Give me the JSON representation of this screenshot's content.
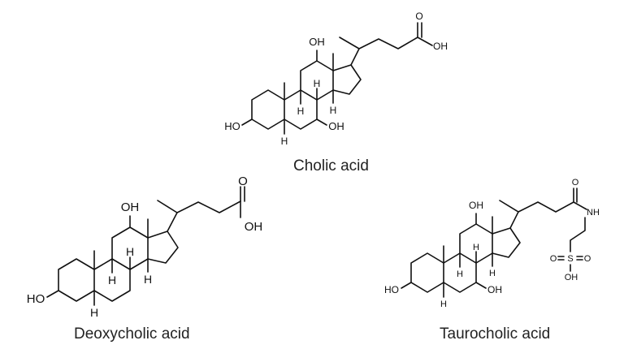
{
  "molecules": [
    {
      "name": "Cholic acid",
      "labels": {
        "oh_c12": "OH",
        "oh_c3": "HO",
        "oh_c7": "OH",
        "h_c8": "H",
        "h_c9": "H",
        "h_c14": "H",
        "h_c5": "H",
        "carbonyl_o": "O",
        "acid_oh": "OH"
      }
    },
    {
      "name": "Deoxycholic acid",
      "labels": {
        "oh_c12": "OH",
        "oh_c3": "HO",
        "h_c8": "H",
        "h_c9": "H",
        "h_c14": "H",
        "h_c5": "H",
        "carbonyl_o": "O",
        "acid_oh": "OH"
      }
    },
    {
      "name": "Taurocholic acid",
      "labels": {
        "oh_c12": "OH",
        "oh_c3": "HO",
        "oh_c7": "OH",
        "h_c8": "H",
        "h_c9": "H",
        "h_c14": "H",
        "h_c5": "H",
        "carbonyl_o": "O",
        "nh": "NH",
        "so3_left_o": "O",
        "so3_s": "S",
        "so3_right_o": "O",
        "so3_oh": "OH"
      }
    }
  ]
}
